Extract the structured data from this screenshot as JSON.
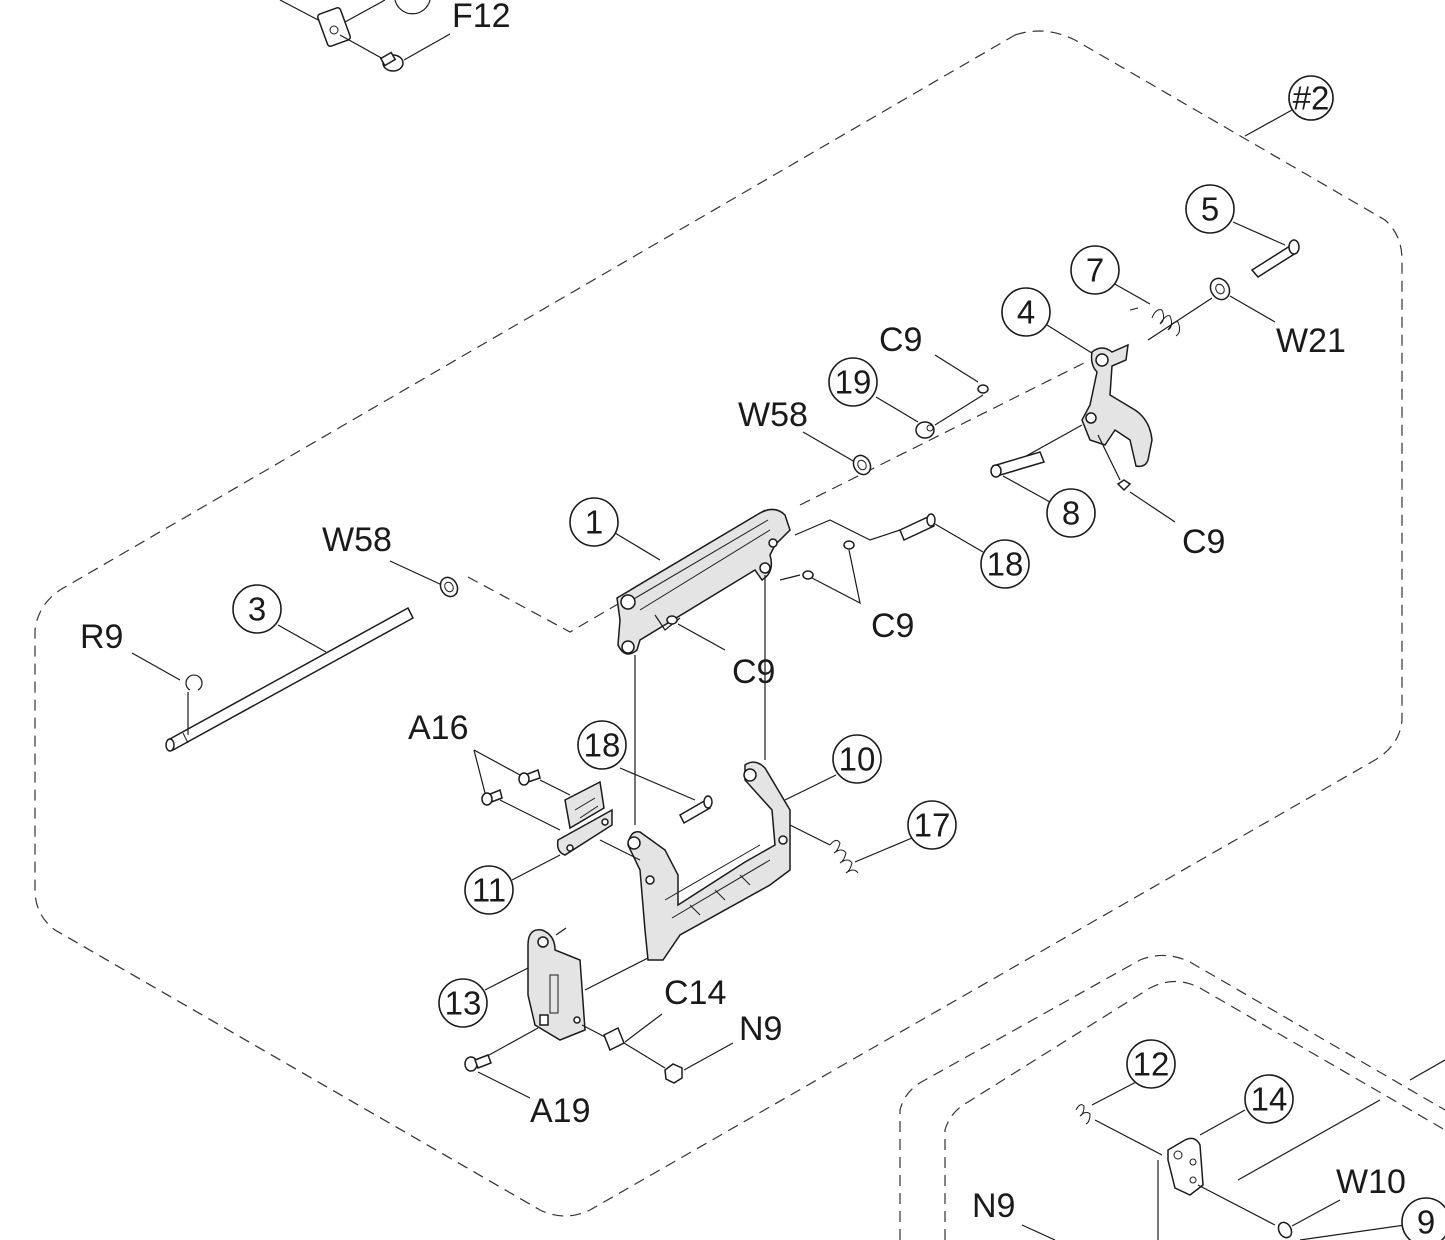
{
  "group_marker": "#2",
  "balloons": {
    "b1": "1",
    "b3": "3",
    "b4": "4",
    "b5": "5",
    "b7": "7",
    "b8": "8",
    "b10": "10",
    "b11": "11",
    "b12": "12",
    "b13": "13",
    "b14": "14",
    "b17": "17",
    "b18a": "18",
    "b18b": "18",
    "b19": "19",
    "b9": "9"
  },
  "labels": {
    "f12": "F12",
    "c9_top": "C9",
    "w58_top": "W58",
    "w21": "W21",
    "c9_right": "C9",
    "c9_mid": "C9",
    "c9_center": "C9",
    "w58_left": "W58",
    "r9": "R9",
    "a16": "A16",
    "c14": "C14",
    "n9_mid": "N9",
    "a19": "A19",
    "n9_bottom": "N9",
    "w10": "W10"
  },
  "colors": {
    "line": "#1a1a1a",
    "part_fill": "#e4e4e4",
    "background": "#ffffff"
  }
}
